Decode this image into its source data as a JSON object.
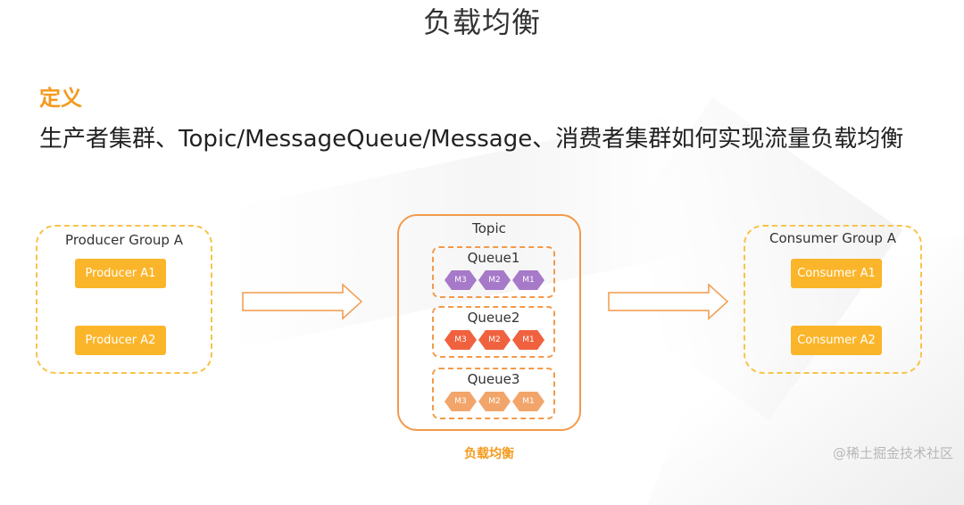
{
  "title": "负载均衡",
  "definition": {
    "heading": "定义",
    "text": "生产者集群、Topic/MessageQueue/Message、消费者集群如何实现流量负载均衡"
  },
  "producer_group": {
    "label": "Producer Group A",
    "nodes": [
      "Producer A1",
      "Producer A2"
    ]
  },
  "topic": {
    "label": "Topic",
    "queues": [
      {
        "label": "Queue1",
        "color": "#a779c9",
        "messages": [
          "M3",
          "M2",
          "M1"
        ]
      },
      {
        "label": "Queue2",
        "color": "#f0623f",
        "messages": [
          "M3",
          "M2",
          "M1"
        ]
      },
      {
        "label": "Queue3",
        "color": "#f2a56a",
        "messages": [
          "M3",
          "M2",
          "M1"
        ]
      }
    ]
  },
  "consumer_group": {
    "label": "Consumer Group A",
    "nodes": [
      "Consumer A1",
      "Consumer A2"
    ]
  },
  "caption": "负载均衡",
  "watermark": "@稀土掘金技术社区",
  "colors": {
    "accent": "#f39a1e",
    "node_fill": "#fbb52a",
    "group_border": "#f8c34a",
    "topic_border": "#f39a4a"
  }
}
